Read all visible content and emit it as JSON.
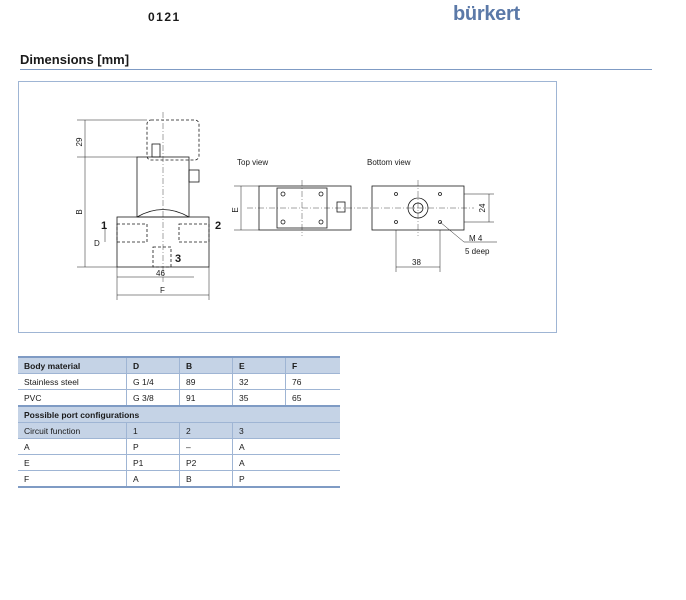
{
  "header": {
    "code": "0121",
    "brand": "bürkert"
  },
  "section": {
    "title": "Dimensions [mm]"
  },
  "drawing": {
    "labels": {
      "top_view": "Top view",
      "bottom_view": "Bottom view",
      "dim_29": "29",
      "dim_b": "B",
      "dim_d": "D",
      "port_1": "1",
      "port_2": "2",
      "port_3": "3",
      "dim_46": "46",
      "dim_f": "F",
      "dim_e": "E",
      "dim_24": "24",
      "thread": "M 4",
      "depth": "5 deep",
      "dim_38": "38"
    }
  },
  "table": {
    "header": [
      "Body material",
      "D",
      "B",
      "E",
      "F"
    ],
    "rows": [
      [
        "Stainless steel",
        "G 1/4",
        "89",
        "32",
        "76"
      ],
      [
        "PVC",
        "G 3/8",
        "91",
        "35",
        "65"
      ]
    ],
    "section_title": "Possible port configurations",
    "config_header": [
      "Circuit function",
      "1",
      "2",
      "3"
    ],
    "config_rows": [
      [
        "A",
        "P",
        "–",
        "A"
      ],
      [
        "E",
        "P1",
        "P2",
        "A"
      ],
      [
        "F",
        "A",
        "B",
        "P"
      ]
    ]
  }
}
